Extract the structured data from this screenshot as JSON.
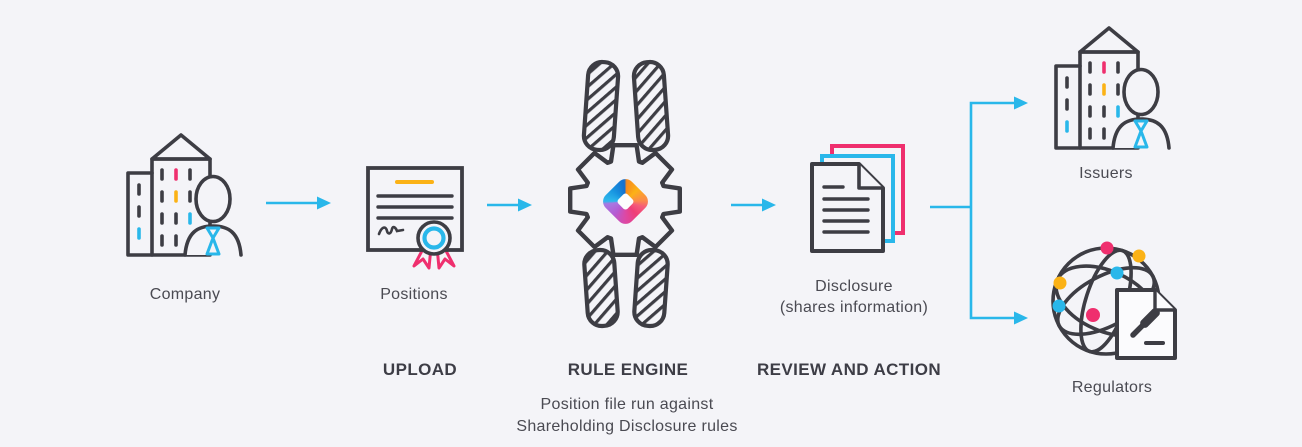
{
  "flow": {
    "nodes": {
      "company": {
        "label": "Company"
      },
      "positions": {
        "label": "Positions"
      },
      "disclosure": {
        "label_line1": "Disclosure",
        "label_line2": "(shares information)"
      },
      "issuers": {
        "label": "Issuers"
      },
      "regulators": {
        "label": "Regulators"
      }
    },
    "steps": {
      "upload": {
        "label": "UPLOAD"
      },
      "rule_engine": {
        "label": "RULE ENGINE"
      },
      "review": {
        "label": "REVIEW AND ACTION"
      }
    },
    "caption": {
      "line1": "Position file run against",
      "line2": "Shareholding Disclosure rules"
    }
  },
  "icons": {
    "company": "building-with-person-icon",
    "positions": "certificate-icon",
    "rule_engine": "gear-press-icon",
    "rule_engine_logo": "brand-diamond-logo",
    "disclosure": "document-stack-icon",
    "issuers": "building-with-person-icon",
    "regulators": "globe-gavel-document-icon",
    "connector": "flow-arrow"
  },
  "colors": {
    "background": "#f4f4f8",
    "accent_cyan": "#29b7ea",
    "pink": "#ef2f6e",
    "yellow": "#fbb216",
    "orange": "#f7941d",
    "blue": "#1878d2",
    "purple": "#b55ad2",
    "stroke_dark": "#3d3d44",
    "text": "#4a4a52"
  }
}
